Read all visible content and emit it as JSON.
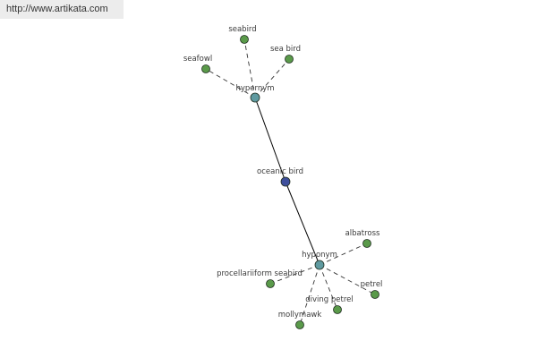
{
  "source_url": "http://www.artikata.com",
  "colors": {
    "root_node": "#3e4f9c",
    "hub_node": "#5f9aa0",
    "leaf_node": "#5a9a4a",
    "node_stroke": "#1f2d1f",
    "solid_edge": "#000000",
    "dashed_edge": "#333333",
    "label": "#3a3a3a"
  },
  "graph": {
    "nodes": [
      {
        "id": "oceanic-bird",
        "label": "oceanic bird",
        "kind": "root"
      },
      {
        "id": "hypernym",
        "label": "hypernym",
        "kind": "hub"
      },
      {
        "id": "hyponym",
        "label": "hyponym",
        "kind": "hub"
      },
      {
        "id": "seabird",
        "label": "seabird",
        "kind": "leaf"
      },
      {
        "id": "sea-bird",
        "label": "sea bird",
        "kind": "leaf"
      },
      {
        "id": "seafowl",
        "label": "seafowl",
        "kind": "leaf"
      },
      {
        "id": "albatross",
        "label": "albatross",
        "kind": "leaf"
      },
      {
        "id": "procellariiform-seabird",
        "label": "procellariiform seabird",
        "kind": "leaf"
      },
      {
        "id": "petrel",
        "label": "petrel",
        "kind": "leaf"
      },
      {
        "id": "diving-petrel",
        "label": "diving petrel",
        "kind": "leaf"
      },
      {
        "id": "mollymawk",
        "label": "mollymawk",
        "kind": "leaf"
      }
    ],
    "edges": [
      {
        "from": "oceanic-bird",
        "to": "hypernym",
        "style": "solid"
      },
      {
        "from": "oceanic-bird",
        "to": "hyponym",
        "style": "solid"
      },
      {
        "from": "hypernym",
        "to": "seabird",
        "style": "dashed"
      },
      {
        "from": "hypernym",
        "to": "sea-bird",
        "style": "dashed"
      },
      {
        "from": "hypernym",
        "to": "seafowl",
        "style": "dashed"
      },
      {
        "from": "hyponym",
        "to": "albatross",
        "style": "dashed"
      },
      {
        "from": "hyponym",
        "to": "procellariiform-seabird",
        "style": "dashed"
      },
      {
        "from": "hyponym",
        "to": "petrel",
        "style": "dashed"
      },
      {
        "from": "hyponym",
        "to": "diving-petrel",
        "style": "dashed"
      },
      {
        "from": "hyponym",
        "to": "mollymawk",
        "style": "dashed"
      }
    ]
  }
}
